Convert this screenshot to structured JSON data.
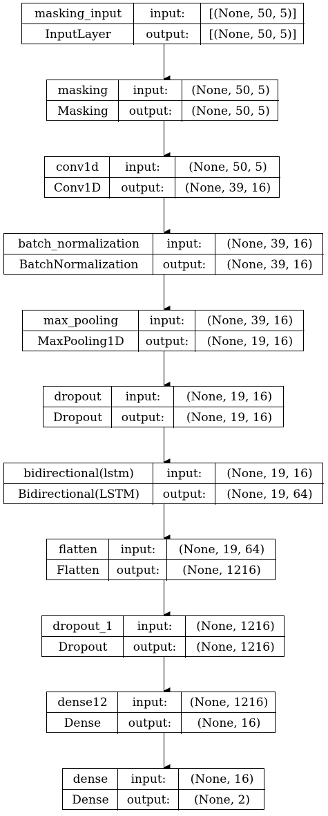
{
  "layers": [
    {
      "name": "masking_input",
      "type": "InputLayer",
      "input_label": "input:",
      "output_label": "output:",
      "input_shape": "[(None, 50, 5)]",
      "output_shape": "[(None, 50, 5)]"
    },
    {
      "name": "masking",
      "type": "Masking",
      "input_label": "input:",
      "output_label": "output:",
      "input_shape": "(None, 50, 5)",
      "output_shape": "(None, 50, 5)"
    },
    {
      "name": "conv1d",
      "type": "Conv1D",
      "input_label": "input:",
      "output_label": "output:",
      "input_shape": "(None, 50, 5)",
      "output_shape": "(None, 39, 16)"
    },
    {
      "name": "batch_normalization",
      "type": "BatchNormalization",
      "input_label": "input:",
      "output_label": "output:",
      "input_shape": "(None, 39, 16)",
      "output_shape": "(None, 39, 16)"
    },
    {
      "name": "max_pooling",
      "type": "MaxPooling1D",
      "input_label": "input:",
      "output_label": "output:",
      "input_shape": "(None, 39, 16)",
      "output_shape": "(None, 19, 16)"
    },
    {
      "name": "dropout",
      "type": "Dropout",
      "input_label": "input:",
      "output_label": "output:",
      "input_shape": "(None, 19, 16)",
      "output_shape": "(None, 19, 16)"
    },
    {
      "name": "bidirectional(lstm)",
      "type": "Bidirectional(LSTM)",
      "input_label": "input:",
      "output_label": "output:",
      "input_shape": "(None, 19, 16)",
      "output_shape": "(None, 19, 64)"
    },
    {
      "name": "flatten",
      "type": "Flatten",
      "input_label": "input:",
      "output_label": "output:",
      "input_shape": "(None, 19, 64)",
      "output_shape": "(None, 1216)"
    },
    {
      "name": "dropout_1",
      "type": "Dropout",
      "input_label": "input:",
      "output_label": "output:",
      "input_shape": "(None, 1216)",
      "output_shape": "(None, 1216)"
    },
    {
      "name": "dense12",
      "type": "Dense",
      "input_label": "input:",
      "output_label": "output:",
      "input_shape": "(None, 1216)",
      "output_shape": "(None, 16)"
    },
    {
      "name": "dense",
      "type": "Dense",
      "input_label": "input:",
      "output_label": "output:",
      "input_shape": "(None, 16)",
      "output_shape": "(None, 2)"
    }
  ],
  "edges": [
    {
      "from": "masking_input",
      "to": "masking"
    },
    {
      "from": "masking",
      "to": "conv1d"
    },
    {
      "from": "conv1d",
      "to": "batch_normalization"
    },
    {
      "from": "batch_normalization",
      "to": "max_pooling"
    },
    {
      "from": "max_pooling",
      "to": "dropout"
    },
    {
      "from": "dropout",
      "to": "bidirectional(lstm)"
    },
    {
      "from": "bidirectional(lstm)",
      "to": "flatten"
    },
    {
      "from": "flatten",
      "to": "dropout_1"
    },
    {
      "from": "dropout_1",
      "to": "dense12"
    },
    {
      "from": "dense12",
      "to": "dense"
    }
  ]
}
